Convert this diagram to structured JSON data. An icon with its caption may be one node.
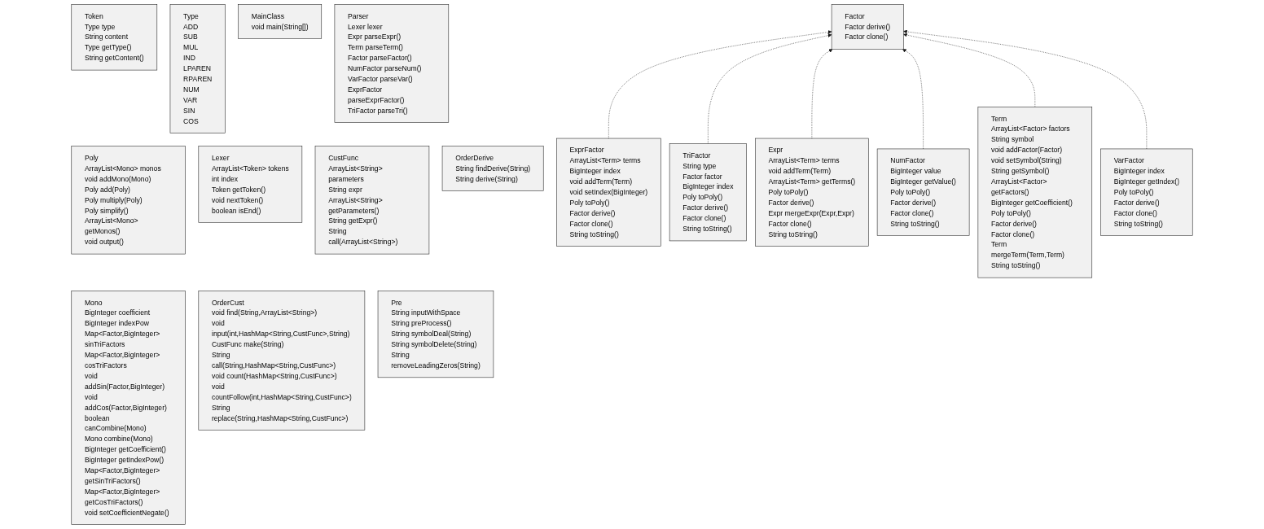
{
  "diagram": {
    "nodes": [
      {
        "text": [
          "Token",
          "Type type",
          "String content",
          "Type getType()",
          "String getContent()"
        ]
      },
      {
        "text": [
          "Type",
          "ADD",
          "SUB",
          "MUL",
          "IND",
          "LPAREN",
          "RPAREN",
          "NUM",
          "VAR",
          "SIN",
          "COS"
        ]
      },
      {
        "text": [
          "MainClass",
          "void main(String[])"
        ]
      },
      {
        "text": [
          "Parser",
          "Lexer lexer",
          "Expr parseExpr()",
          "Term parseTerm()",
          "Factor parseFactor()",
          "NumFactor parseNum()",
          "VarFactor parseVar()",
          "ExprFactor parseExprFactor()",
          "TriFactor parseTri()"
        ]
      },
      {
        "text": [
          "Factor",
          "Factor derive()",
          "Factor clone()"
        ]
      },
      {
        "text": [
          "Poly",
          "ArrayList<Mono> monos",
          "void addMono(Mono)",
          "Poly add(Poly)",
          "Poly multiply(Poly)",
          "Poly simplify()",
          "ArrayList<Mono> getMonos()",
          "void output()"
        ]
      },
      {
        "text": [
          "Lexer",
          "ArrayList<Token> tokens",
          "int index",
          "Token getToken()",
          "void nextToken()",
          "boolean isEnd()"
        ]
      },
      {
        "text": [
          "CustFunc",
          "ArrayList<String> parameters",
          "String expr",
          "ArrayList<String> getParameters()",
          "String getExpr()",
          "String call(ArrayList<String>)"
        ]
      },
      {
        "text": [
          "OrderDerive",
          "String findDerive(String)",
          "String derive(String)"
        ]
      },
      {
        "text": [
          "ExprFactor",
          "ArrayList<Term> terms",
          "BigInteger index",
          "void addTerm(Term)",
          "void setIndex(BigInteger)",
          "Poly toPoly()",
          "Factor derive()",
          "Factor clone()",
          "String toString()"
        ]
      },
      {
        "text": [
          "TriFactor",
          "String type",
          "Factor factor",
          "BigInteger index",
          "Poly toPoly()",
          "Factor derive()",
          "Factor clone()",
          "String toString()"
        ]
      },
      {
        "text": [
          "Expr",
          "ArrayList<Term> terms",
          "void addTerm(Term)",
          "ArrayList<Term> getTerms()",
          "Poly toPoly()",
          "Factor derive()",
          "Expr mergeExpr(Expr,Expr)",
          "Factor clone()",
          "String toString()"
        ]
      },
      {
        "text": [
          "NumFactor",
          "BigInteger value",
          "BigInteger getValue()",
          "Poly toPoly()",
          "Factor derive()",
          "Factor clone()",
          "String toString()"
        ]
      },
      {
        "text": [
          "Term",
          "ArrayList<Factor> factors",
          "String symbol",
          "void addFactor(Factor)",
          "void setSymbol(String)",
          "String getSymbol()",
          "ArrayList<Factor> getFactors()",
          "BigInteger getCoefficient()",
          "Poly toPoly()",
          "Factor derive()",
          "Factor clone()",
          "Term mergeTerm(Term,Term)",
          "String toString()"
        ]
      },
      {
        "text": [
          "VarFactor",
          "BigInteger index",
          "BigInteger getIndex()",
          "Poly toPoly()",
          "Factor derive()",
          "Factor clone()",
          "String toString()"
        ]
      },
      {
        "text": [
          "Mono",
          "BigInteger coefficient",
          "BigInteger indexPow",
          "Map<Factor,BigInteger> sinTriFactors",
          "Map<Factor,BigInteger> cosTriFactors",
          "void addSin(Factor,BigInteger)",
          "void addCos(Factor,BigInteger)",
          "boolean canCombine(Mono)",
          "Mono combine(Mono)",
          "BigInteger getCoefficient()",
          "BigInteger getIndexPow()",
          "Map<Factor,BigInteger> getSinTriFactors()",
          "Map<Factor,BigInteger> getCosTriFactors()",
          "void setCoefficientNegate()"
        ]
      },
      {
        "text": [
          "OrderCust",
          "void find(String,ArrayList<String>)",
          "void input(int,HashMap<String,CustFunc>,String)",
          "CustFunc make(String)",
          "String call(String,HashMap<String,CustFunc>)",
          "void count(HashMap<String,CustFunc>)",
          "void countFollow(int,HashMap<String,CustFunc>)",
          "String replace(String,HashMap<String,CustFunc>)"
        ]
      },
      {
        "text": [
          "Pre",
          "String inputWithSpace",
          "String preProcess()",
          "String symbolDeal(String)",
          "String symbolDelete(String)",
          "String removeLeadingZeros(String)"
        ]
      }
    ],
    "edges": [
      {
        "from": 9,
        "to": 4,
        "arrow": "to",
        "style": "dashed"
      },
      {
        "from": 10,
        "to": 4,
        "arrow": "to",
        "style": "dashed"
      },
      {
        "from": 11,
        "to": 4,
        "arrow": "to",
        "style": "dashed"
      },
      {
        "from": 12,
        "to": 4,
        "arrow": "to",
        "style": "dashed"
      },
      {
        "from": 13,
        "to": 4,
        "arrow": "to",
        "style": "dashed"
      },
      {
        "from": 14,
        "to": 4,
        "arrow": "to",
        "style": "dashed"
      }
    ]
  }
}
